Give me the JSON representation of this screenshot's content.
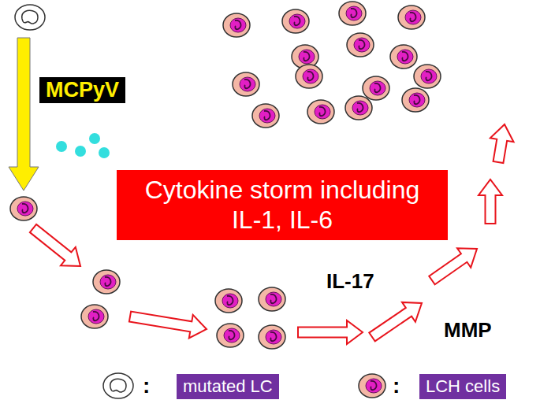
{
  "diagram": {
    "nodes": [
      {
        "text": [
          "MCPyV"
        ]
      },
      {
        "text": [
          "Cytokine storm including IL-1, IL-6"
        ]
      }
    ],
    "labels": [
      "IL-17",
      "MMP",
      ":",
      ":"
    ],
    "legend": [
      {
        "text": "mutated LC"
      },
      {
        "text": "LCH cells"
      }
    ]
  }
}
